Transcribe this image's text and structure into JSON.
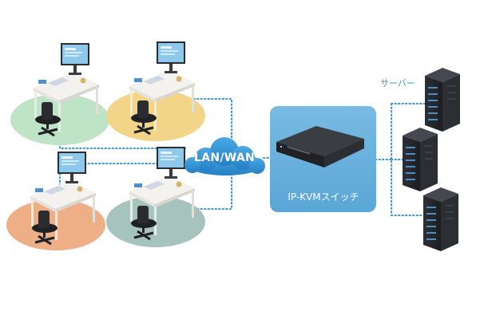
{
  "labels": {
    "network": "LAN/WAN",
    "switch": "IP-KVMスイッチ",
    "servers": "サーバー"
  },
  "colors": {
    "link_dots": "#3a9ad6",
    "cloud": "#3596d8",
    "switch_panel": "#6fb3dd",
    "server_label": "#3f95c9",
    "workstation_floor_1": "#bfe3c7",
    "workstation_floor_2": "#f3d58a",
    "workstation_floor_3": "#eeae86",
    "workstation_floor_4": "#a7c3bd"
  },
  "nodes": {
    "workstations": [
      "workstation-1",
      "workstation-2",
      "workstation-3",
      "workstation-4"
    ],
    "servers": [
      "server-1",
      "server-2",
      "server-3"
    ]
  }
}
